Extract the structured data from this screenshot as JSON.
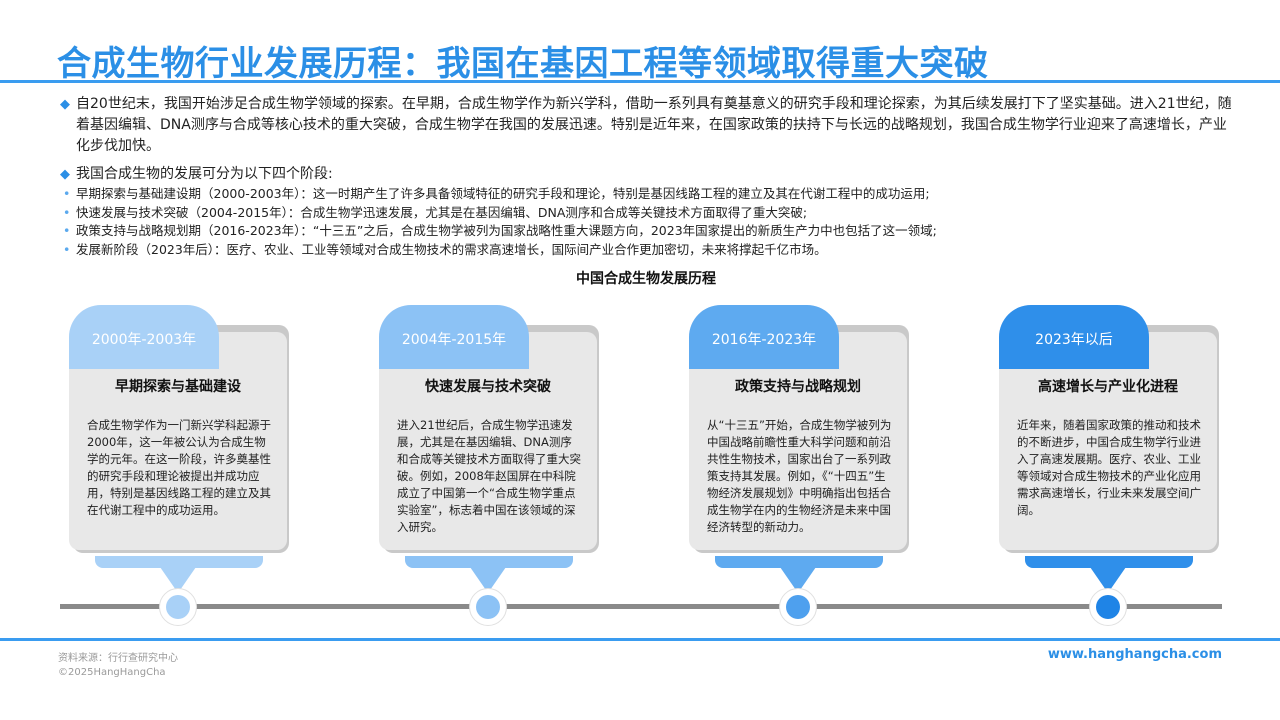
{
  "title": "合成生物行业发展历程：我国在基因工程等领域取得重大突破",
  "intro": "自20世纪末，我国开始涉足合成生物学领域的探索。在早期，合成生物学作为新兴学科，借助一系列具有奠基意义的研究手段和理论探索，为其后续发展打下了坚实基础。进入21世纪，随着基因编辑、DNA测序与合成等核心技术的重大突破，合成生物学在我国的发展迅速。特别是近年来，在国家政策的扶持下与长远的战略规划，我国合成生物学行业迎来了高速增长，产业化步伐加快。",
  "stages_heading": "我国合成生物的发展可分为以下四个阶段:",
  "stages": [
    "早期探索与基础建设期（2000-2003年）：这一时期产生了许多具备领域特征的研究手段和理论，特别是基因线路工程的建立及其在代谢工程中的成功运用;",
    "快速发展与技术突破（2004-2015年）：合成生物学迅速发展，尤其是在基因编辑、DNA测序和合成等关键技术方面取得了重大突破;",
    "政策支持与战略规划期（2016-2023年）：“十三五”之后，合成生物学被列为国家战略性重大课题方向，2023年国家提出的新质生产力中也包括了这一领域;",
    "发展新阶段（2023年后）：医疗、农业、工业等领域对合成生物技术的需求高速增长，国际间产业合作更加密切，未来将撑起千亿市场。"
  ],
  "chart_title": "中国合成生物发展历程",
  "cards": [
    {
      "period": "2000年-2003年",
      "heading": "早期探索与基础建设",
      "body": "合成生物学作为一门新兴学科起源于2000年，这一年被公认为合成生物学的元年。在这一阶段，许多奠基性的研究手段和理论被提出并成功应用，特别是基因线路工程的建立及其在代谢工程中的成功运用。",
      "color_tab": "#a9d1f7",
      "color_node": "#a9d1f7"
    },
    {
      "period": "2004年-2015年",
      "heading": "快速发展与技术突破",
      "body": "进入21世纪后，合成生物学迅速发展，尤其是在基因编辑、DNA测序和合成等关键技术方面取得了重大突破。例如，2008年赵国屏在中科院成立了中国第一个“合成生物学重点实验室”，标志着中国在该领域的深入研究。",
      "color_tab": "#8cc2f5",
      "color_node": "#8cc2f5"
    },
    {
      "period": "2016年-2023年",
      "heading": "政策支持与战略规划",
      "body": "从“十三五”开始，合成生物学被列为中国战略前瞻性重大科学问题和前沿共性生物技术，国家出台了一系列政策支持其发展。例如，《“十四五”生物经济发展规划》中明确指出包括合成生物学在内的生物经济是未来中国经济转型的新动力。",
      "color_tab": "#5eaaf0",
      "color_node": "#4ea0ee"
    },
    {
      "period": "2023年以后",
      "heading": "高速增长与产业化进程",
      "body": "近年来，随着国家政策的推动和技术的不断进步，中国合成生物学行业进入了高速发展期。医疗、农业、工业等领域对合成生物技术的产业化应用需求高速增长，行业未来发展空间广阔。",
      "color_tab": "#2f8fea",
      "color_node": "#1f84e6"
    }
  ],
  "footer": {
    "source": "资料来源：行行查研究中心",
    "copyright": "©2025HangHangCha",
    "site": "www.hanghangcha.com"
  }
}
